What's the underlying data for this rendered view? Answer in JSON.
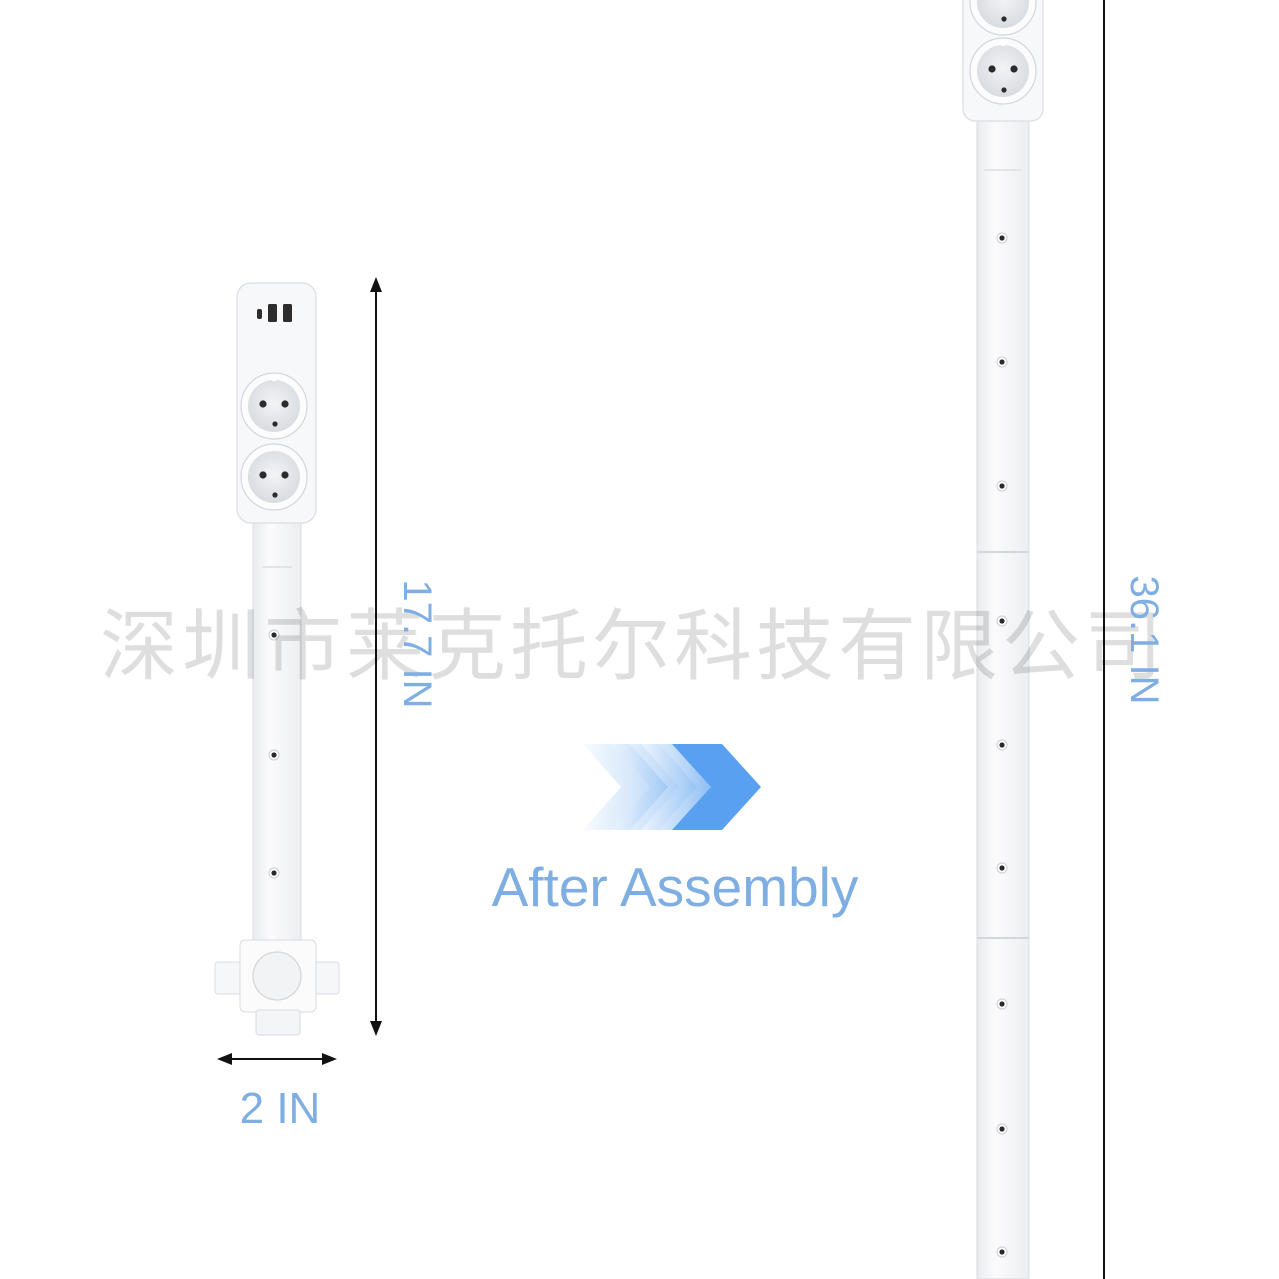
{
  "labels": {
    "before_height": "17.7 IN",
    "width": "2 IN",
    "after_height": "36.1 IN",
    "caption": "After Assembly"
  },
  "watermark": {
    "text": "深圳市莱克托尔科技有限公司"
  },
  "colors": {
    "label": "#7faee3",
    "arrow_gradient_start": "#f0f6fe",
    "arrow_gradient_end": "#5a9ff0",
    "dimension_line": "#111111",
    "product_body": "#f4f5f7",
    "product_outline": "#dadde2"
  },
  "icons": {
    "assembly_arrow": "chevron-triple-right-icon",
    "socket": "schuko-socket-icon",
    "usb": "usb-port-icon"
  }
}
